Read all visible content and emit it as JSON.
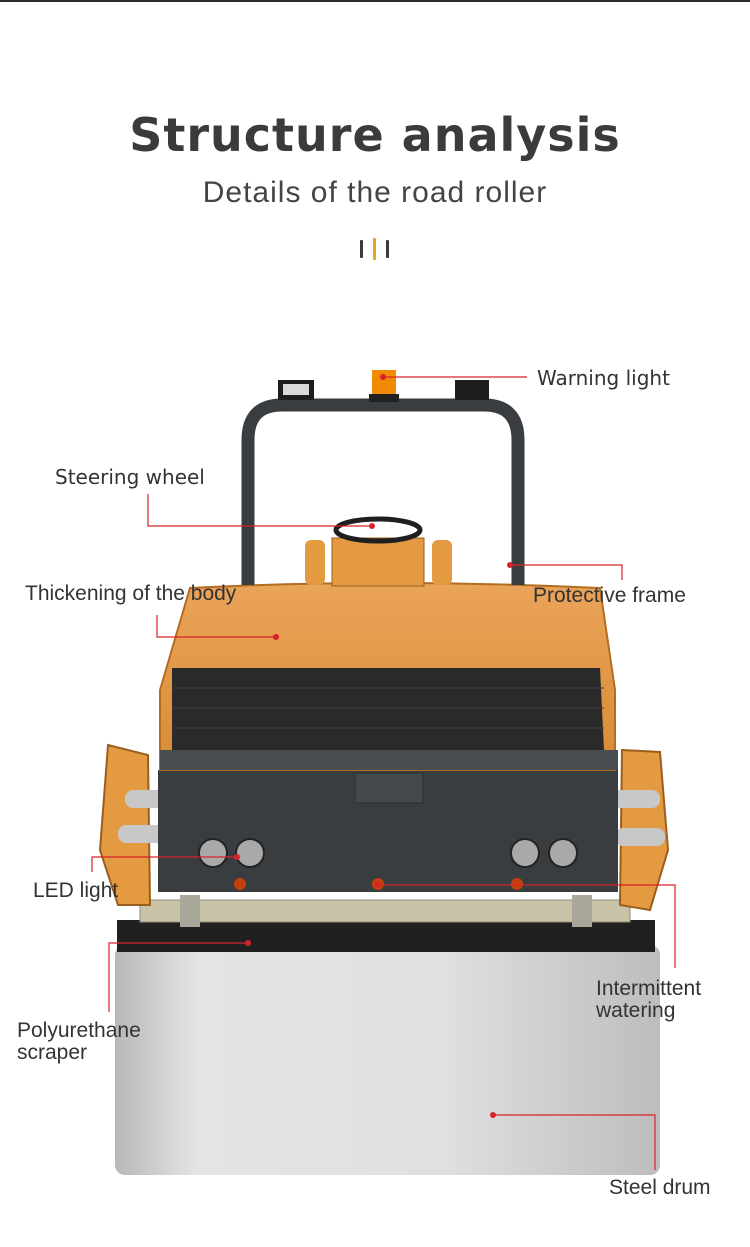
{
  "header": {
    "title": "Structure analysis",
    "subtitle": "Details of the road roller"
  },
  "colors": {
    "accent": "#e8a21c",
    "body_orange": "#e39a40",
    "frame": "#3a3d40",
    "callout_line": "#d8232a",
    "drum": "#dcdcdc"
  },
  "callouts": {
    "warning_light": "Warning light",
    "steering_wheel": "Steering wheel",
    "thickening_body": "Thickening of the body",
    "protective_frame": "Protective frame",
    "led_light": "LED light",
    "polyurethane_scraper": [
      "Polyurethane",
      "scraper"
    ],
    "intermittent_watering": [
      "Intermittent",
      "watering"
    ],
    "steel_drum": "Steel drum"
  }
}
